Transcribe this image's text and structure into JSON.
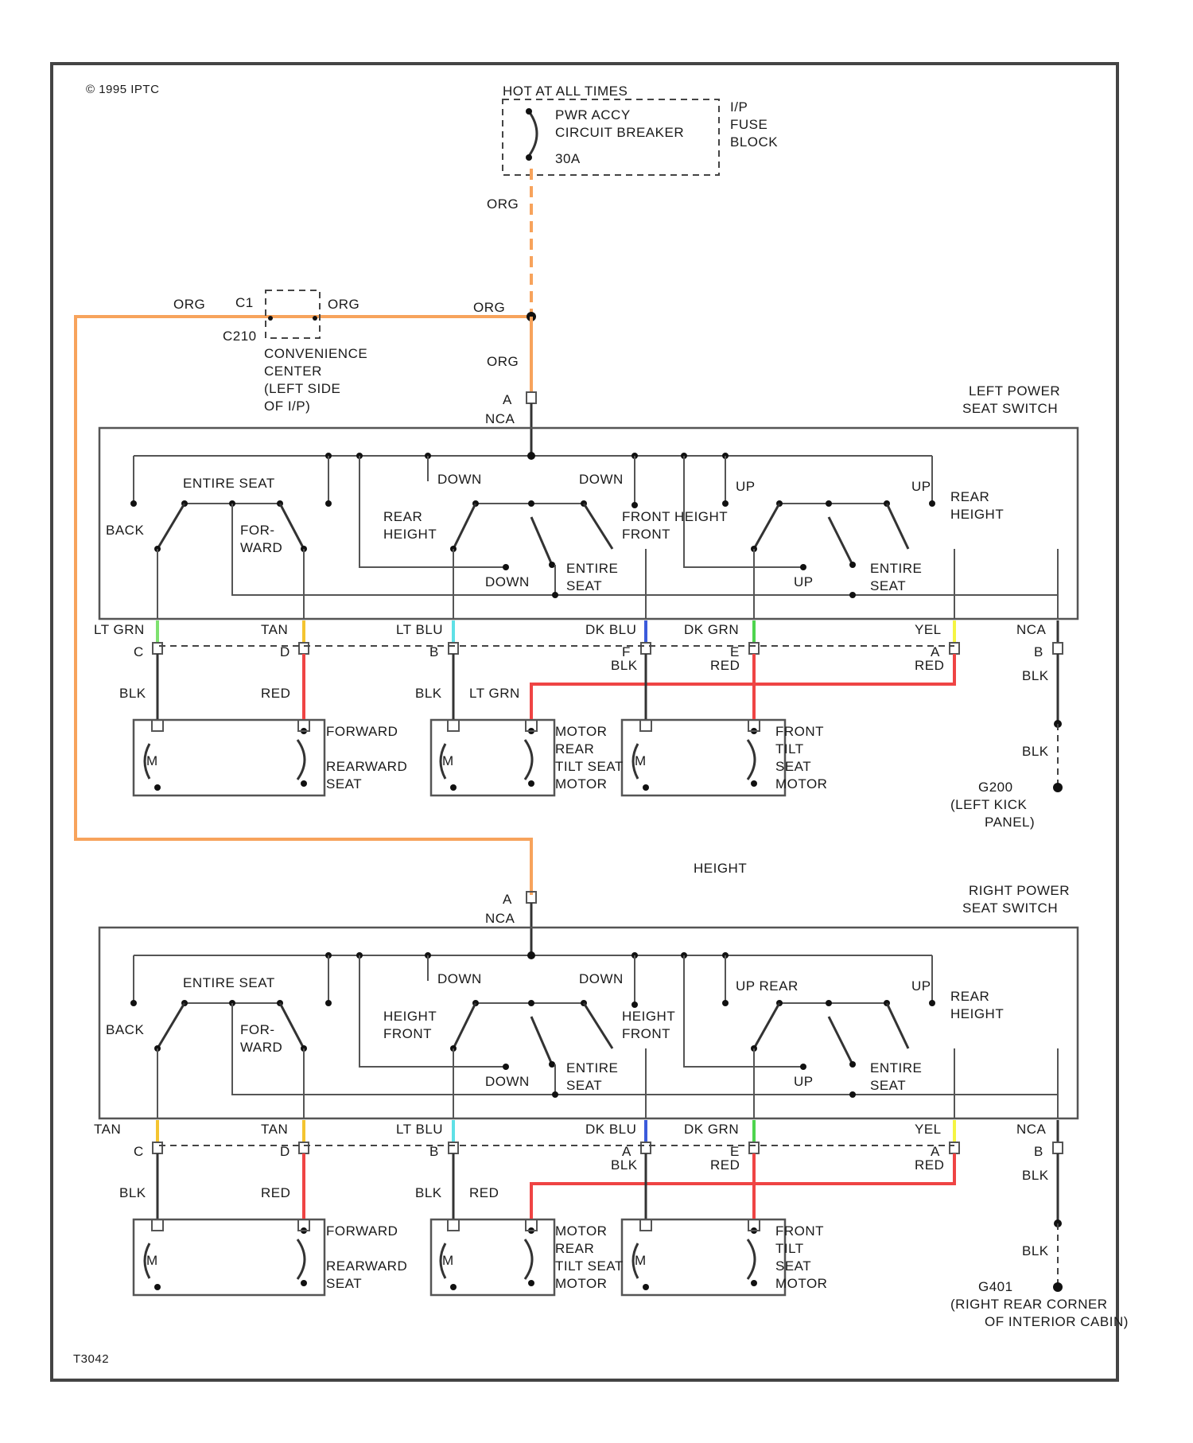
{
  "copyright": "© 1995 IPTC",
  "footer_code": "T3042",
  "colors": {
    "ORG": "#f7a35c",
    "RED": "#ef4444",
    "LT GRN": "#7ee16f",
    "TAN": "#f4c430",
    "LT BLU": "#5fe0e6",
    "DK BLU": "#3b5bdb",
    "DK GRN": "#4ed44e",
    "YEL": "#f5f542"
  },
  "power": {
    "hot_label": "HOT AT ALL TIMES",
    "breaker_lines": [
      "PWR ACCY",
      "CIRCUIT BREAKER",
      "30A"
    ],
    "fuse_block_lines": [
      "I/P",
      "FUSE",
      "BLOCK"
    ],
    "wire_label": "ORG"
  },
  "convenience": {
    "connector_id": "C1",
    "connector_ref": "C210",
    "wire_left": "ORG",
    "wire_right": "ORG",
    "wire_main": "ORG",
    "wire_down": "ORG",
    "location_lines": [
      "CONVENIENCE",
      "CENTER",
      "(LEFT SIDE",
      "OF I/P)"
    ]
  },
  "switches": [
    {
      "title_lines": [
        "LEFT POWER",
        "SEAT SWITCH"
      ],
      "pin_a": "A",
      "nca": "NCA",
      "labels": {
        "entire_seat": "ENTIRE SEAT",
        "back": "BACK",
        "forward": [
          "FOR-",
          "WARD"
        ],
        "down1": "DOWN",
        "down2": "DOWN",
        "rear_height_l": [
          "REAR",
          "HEIGHT"
        ],
        "down3": "DOWN",
        "entire_seat2": [
          "ENTIRE",
          "SEAT"
        ],
        "front_height": [
          "FRONT HEIGHT",
          "FRONT"
        ],
        "up1": "UP",
        "up2": "UP",
        "up3": "UP",
        "rear_height_r": [
          "REAR",
          "HEIGHT"
        ],
        "entire_seat3": [
          "ENTIRE",
          "SEAT"
        ]
      },
      "wire_colors": [
        "LT GRN",
        "TAN",
        "LT BLU",
        "DK BLU",
        "DK GRN",
        "YEL",
        "NCA"
      ],
      "pins": [
        "C",
        "D",
        "B",
        "F",
        "E",
        "A",
        "B"
      ],
      "lower_wires": [
        "BLK",
        "RED",
        "BLK",
        "LT GRN",
        "BLK",
        "RED",
        "RED",
        "BLK"
      ],
      "motors": [
        {
          "symbol": "M",
          "lines": [
            "FORWARD",
            "",
            "REARWARD",
            "SEAT"
          ]
        },
        {
          "symbol": "M",
          "lines": [
            "MOTOR",
            "REAR",
            "TILT SEAT",
            "MOTOR"
          ]
        },
        {
          "symbol": "M",
          "lines": [
            "FRONT",
            "TILT",
            "SEAT",
            "MOTOR"
          ]
        }
      ],
      "ground_wire": "BLK",
      "ground_id": "G200",
      "ground_lines": [
        "(LEFT KICK",
        "PANEL)"
      ]
    },
    {
      "title_lines": [
        "RIGHT POWER",
        "SEAT SWITCH"
      ],
      "pin_a": "A",
      "nca": "NCA",
      "labels": {
        "entire_seat": "ENTIRE SEAT",
        "back": "BACK",
        "forward": [
          "FOR-",
          "WARD"
        ],
        "down1": "DOWN",
        "down2": "DOWN",
        "rear_height_l": [
          "HEIGHT",
          "FRONT"
        ],
        "down3": "DOWN",
        "entire_seat2": [
          "ENTIRE",
          "SEAT"
        ],
        "front_height": [
          "HEIGHT",
          "FRONT"
        ],
        "up1": "UP REAR",
        "up2": "UP",
        "up3": "UP",
        "rear_height_r": [
          "REAR",
          "HEIGHT"
        ],
        "entire_seat3": [
          "ENTIRE",
          "SEAT"
        ],
        "height_mid": "HEIGHT"
      },
      "wire_colors": [
        "TAN",
        "TAN",
        "LT BLU",
        "DK BLU",
        "DK GRN",
        "YEL",
        "NCA"
      ],
      "pins": [
        "C",
        "D",
        "B",
        "A",
        "E",
        "A",
        "B"
      ],
      "lower_wires": [
        "BLK",
        "RED",
        "BLK",
        "RED",
        "BLK",
        "RED",
        "RED",
        "BLK"
      ],
      "motors": [
        {
          "symbol": "M",
          "lines": [
            "FORWARD",
            "",
            "REARWARD",
            "SEAT"
          ]
        },
        {
          "symbol": "M",
          "lines": [
            "MOTOR",
            "REAR",
            "TILT SEAT",
            "MOTOR"
          ]
        },
        {
          "symbol": "M",
          "lines": [
            "FRONT",
            "TILT",
            "SEAT",
            "MOTOR"
          ]
        }
      ],
      "ground_wire": "BLK",
      "ground_id": "G401",
      "ground_lines": [
        "(RIGHT REAR CORNER",
        "OF INTERIOR CABIN)"
      ]
    }
  ]
}
